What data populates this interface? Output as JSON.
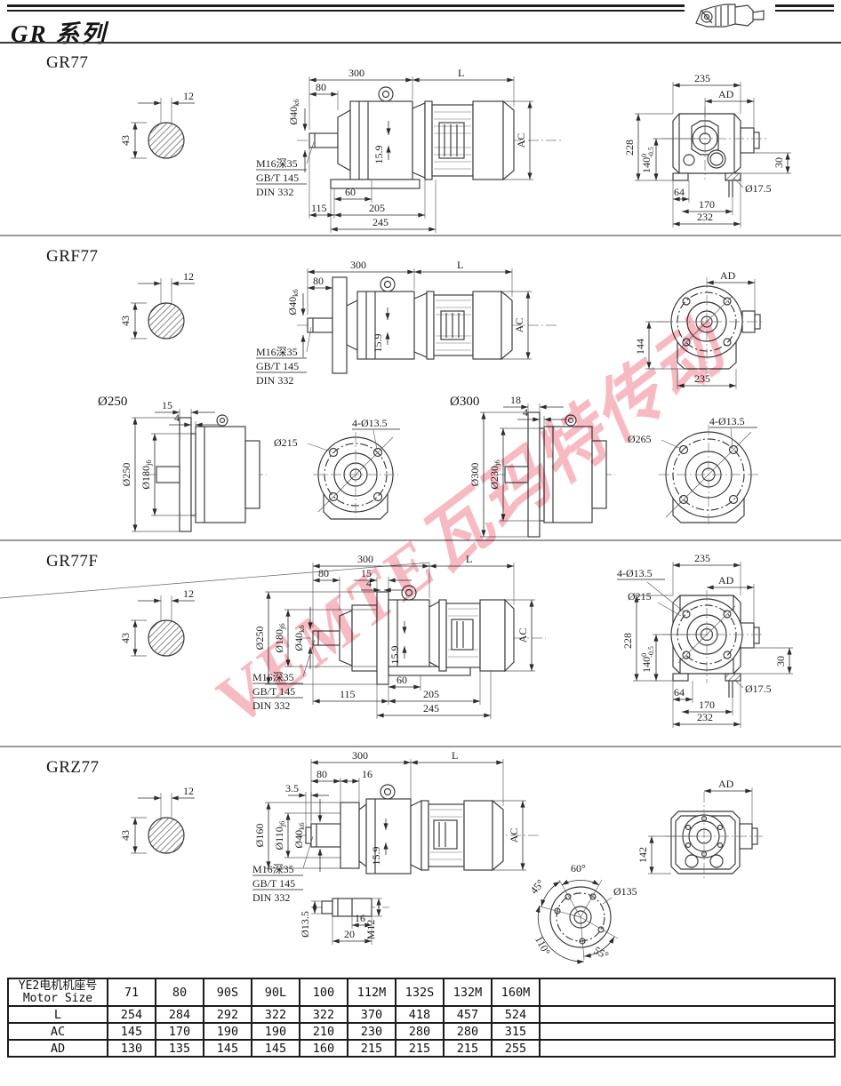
{
  "page": {
    "series_title": "GR 系列",
    "watermark": "VEMTE瓦玛特传动"
  },
  "common": {
    "key_width": "12",
    "shaft_height": "43",
    "len300": "300",
    "lenL": "L",
    "len80": "80",
    "shaft_dia": "Ø40",
    "shaft_tol": "k6",
    "ac": "AC",
    "h159": "15.9",
    "note_thread": "M16深35",
    "note_gb": "GB/T 145",
    "note_din": "DIN 332"
  },
  "sections": {
    "gr77": {
      "title": "GR77",
      "d60": "60",
      "d115": "115",
      "d205": "205",
      "d245": "245",
      "end": {
        "w235": "235",
        "ad": "AD",
        "h228": "228",
        "h140": "140",
        "tol_top": "0",
        "tol_bot": "-0.5",
        "d30": "30",
        "d64": "64",
        "d170": "170",
        "d232": "232",
        "hole": "Ø17.5"
      }
    },
    "grf77": {
      "title": "GRF77",
      "end": {
        "ad": "AD",
        "h144": "144",
        "w235": "235"
      }
    },
    "f250": {
      "label": "Ø250",
      "t15": "15",
      "t4": "4",
      "dia": "Ø250",
      "spigot": "Ø180",
      "spigot_tol": "j6",
      "pilot": "Ø215",
      "holes": "4-Ø13.5"
    },
    "f300": {
      "label": "Ø300",
      "t18": "18",
      "t4": "4",
      "dia": "Ø300",
      "spigot": "Ø230",
      "spigot_tol": "j6",
      "pilot": "Ø265",
      "holes": "4-Ø13.5"
    },
    "gr77f": {
      "title": "GR77F",
      "d15": "15",
      "d4": "4",
      "dia": "Ø250",
      "spigot": "Ø180",
      "spigot_tol": "j6",
      "d60": "60",
      "d115": "115",
      "d205": "205",
      "d245": "245",
      "end": {
        "w235": "235",
        "holes": "4-Ø13.5",
        "pilot": "Ø215",
        "ad": "AD",
        "h228": "228",
        "h140": "140",
        "tol_top": "0",
        "tol_bot": "-0.5",
        "d30": "30",
        "d64": "64",
        "d170": "170",
        "d232": "232",
        "hole": "Ø17.5"
      }
    },
    "grz77": {
      "title": "GRZ77",
      "d16": "16",
      "d35": "3.5",
      "dia160": "Ø160",
      "dia110": "Ø110",
      "dia110_tol": "j6",
      "det_dia": "Ø13.5",
      "det16": "16",
      "det20": "20",
      "det_thread": "M12",
      "end": {
        "ad": "AD",
        "h142": "142"
      },
      "bc": {
        "a60": "60°",
        "a45": "45°",
        "a110": "110°",
        "a55": "55°",
        "dia": "Ø135"
      }
    }
  },
  "table": {
    "header_cn": "YE2电机机座号",
    "header_en": "Motor Size",
    "columns": [
      "71",
      "80",
      "90S",
      "90L",
      "100",
      "112M",
      "132S",
      "132M",
      "160M"
    ],
    "rows": [
      {
        "label": "L",
        "values": [
          "254",
          "284",
          "292",
          "322",
          "322",
          "370",
          "418",
          "457",
          "524"
        ]
      },
      {
        "label": "AC",
        "values": [
          "145",
          "170",
          "190",
          "190",
          "210",
          "230",
          "280",
          "280",
          "315"
        ]
      },
      {
        "label": "AD",
        "values": [
          "130",
          "135",
          "145",
          "145",
          "160",
          "215",
          "215",
          "215",
          "255"
        ]
      }
    ]
  }
}
